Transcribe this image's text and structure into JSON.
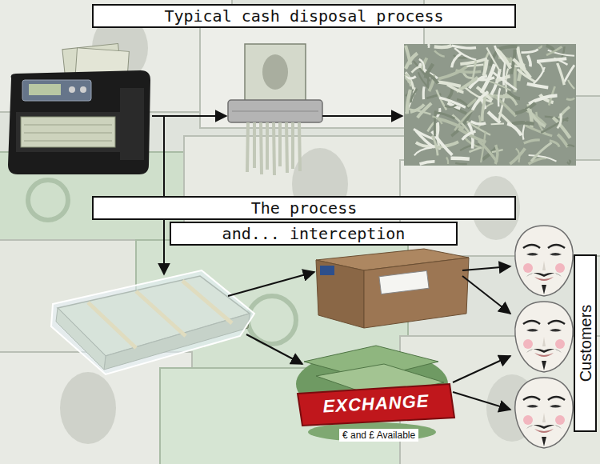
{
  "diagram": {
    "title": "Typical cash disposal process",
    "nodes": [
      {
        "text": [
          "The process"
        ]
      },
      {
        "text": [
          "and... interception"
        ]
      },
      {
        "text": [
          "Customers"
        ]
      }
    ],
    "labels": [
      "EXCHANGE",
      "€ and £ Available"
    ]
  }
}
